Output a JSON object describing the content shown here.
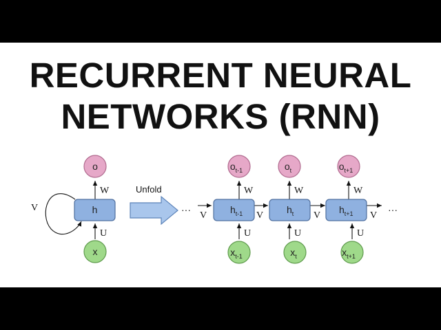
{
  "title": {
    "line1": "RECURRENT NEURAL",
    "line2": "NETWORKS (RNN)"
  },
  "folded": {
    "output": "o",
    "hidden": "h",
    "input": "x",
    "weight_output": "W",
    "weight_input": "U",
    "weight_recurrent": "V"
  },
  "unfold_label": "Unfold",
  "ellipsis": "···",
  "unfolded": {
    "weight_output": "W",
    "weight_input": "U",
    "weight_recurrent": "V",
    "steps": [
      {
        "output": "o",
        "output_sub": "t-1",
        "hidden": "h",
        "hidden_sub": "t-1",
        "input": "x",
        "input_sub": "t-1"
      },
      {
        "output": "o",
        "output_sub": "t",
        "hidden": "h",
        "hidden_sub": "t",
        "input": "x",
        "input_sub": "t"
      },
      {
        "output": "o",
        "output_sub": "t+1",
        "hidden": "h",
        "hidden_sub": "t+1",
        "input": "x",
        "input_sub": "t+1"
      }
    ]
  },
  "colors": {
    "output_fill": "#e6a8c8",
    "output_stroke": "#b06a8e",
    "hidden_fill": "#8fb1e0",
    "hidden_stroke": "#4f6f9e",
    "input_fill": "#9fd98a",
    "input_stroke": "#5e9a4c",
    "unfold_arrow_fill": "#a9c6ec",
    "unfold_arrow_stroke": "#5b82b8"
  }
}
